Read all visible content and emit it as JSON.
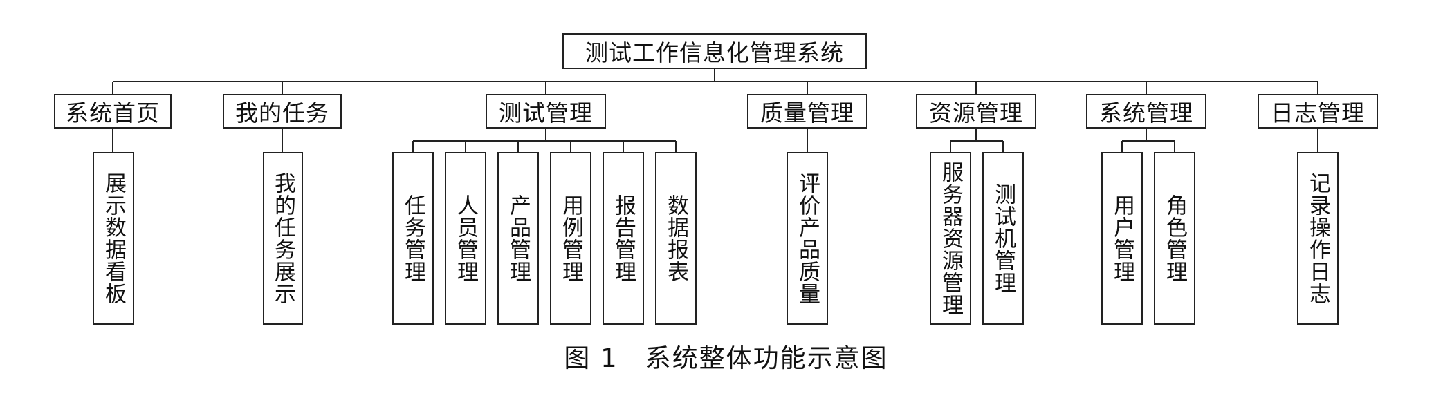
{
  "diagram": {
    "root": "测试工作信息化管理系统",
    "modules": [
      {
        "label": "系统首页",
        "children": [
          "展示数据看板"
        ]
      },
      {
        "label": "我的任务",
        "children": [
          "我的任务展示"
        ]
      },
      {
        "label": "测试管理",
        "children": [
          "任务管理",
          "人员管理",
          "产品管理",
          "用例管理",
          "报告管理",
          "数据报表"
        ]
      },
      {
        "label": "质量管理",
        "children": [
          "评价产品质量"
        ]
      },
      {
        "label": "资源管理",
        "children": [
          "服务器资源管理",
          "测试机管理"
        ]
      },
      {
        "label": "系统管理",
        "children": [
          "用户管理",
          "角色管理"
        ]
      },
      {
        "label": "日志管理",
        "children": [
          "记录操作日志"
        ]
      }
    ]
  },
  "caption": "图 1　系统整体功能示意图"
}
